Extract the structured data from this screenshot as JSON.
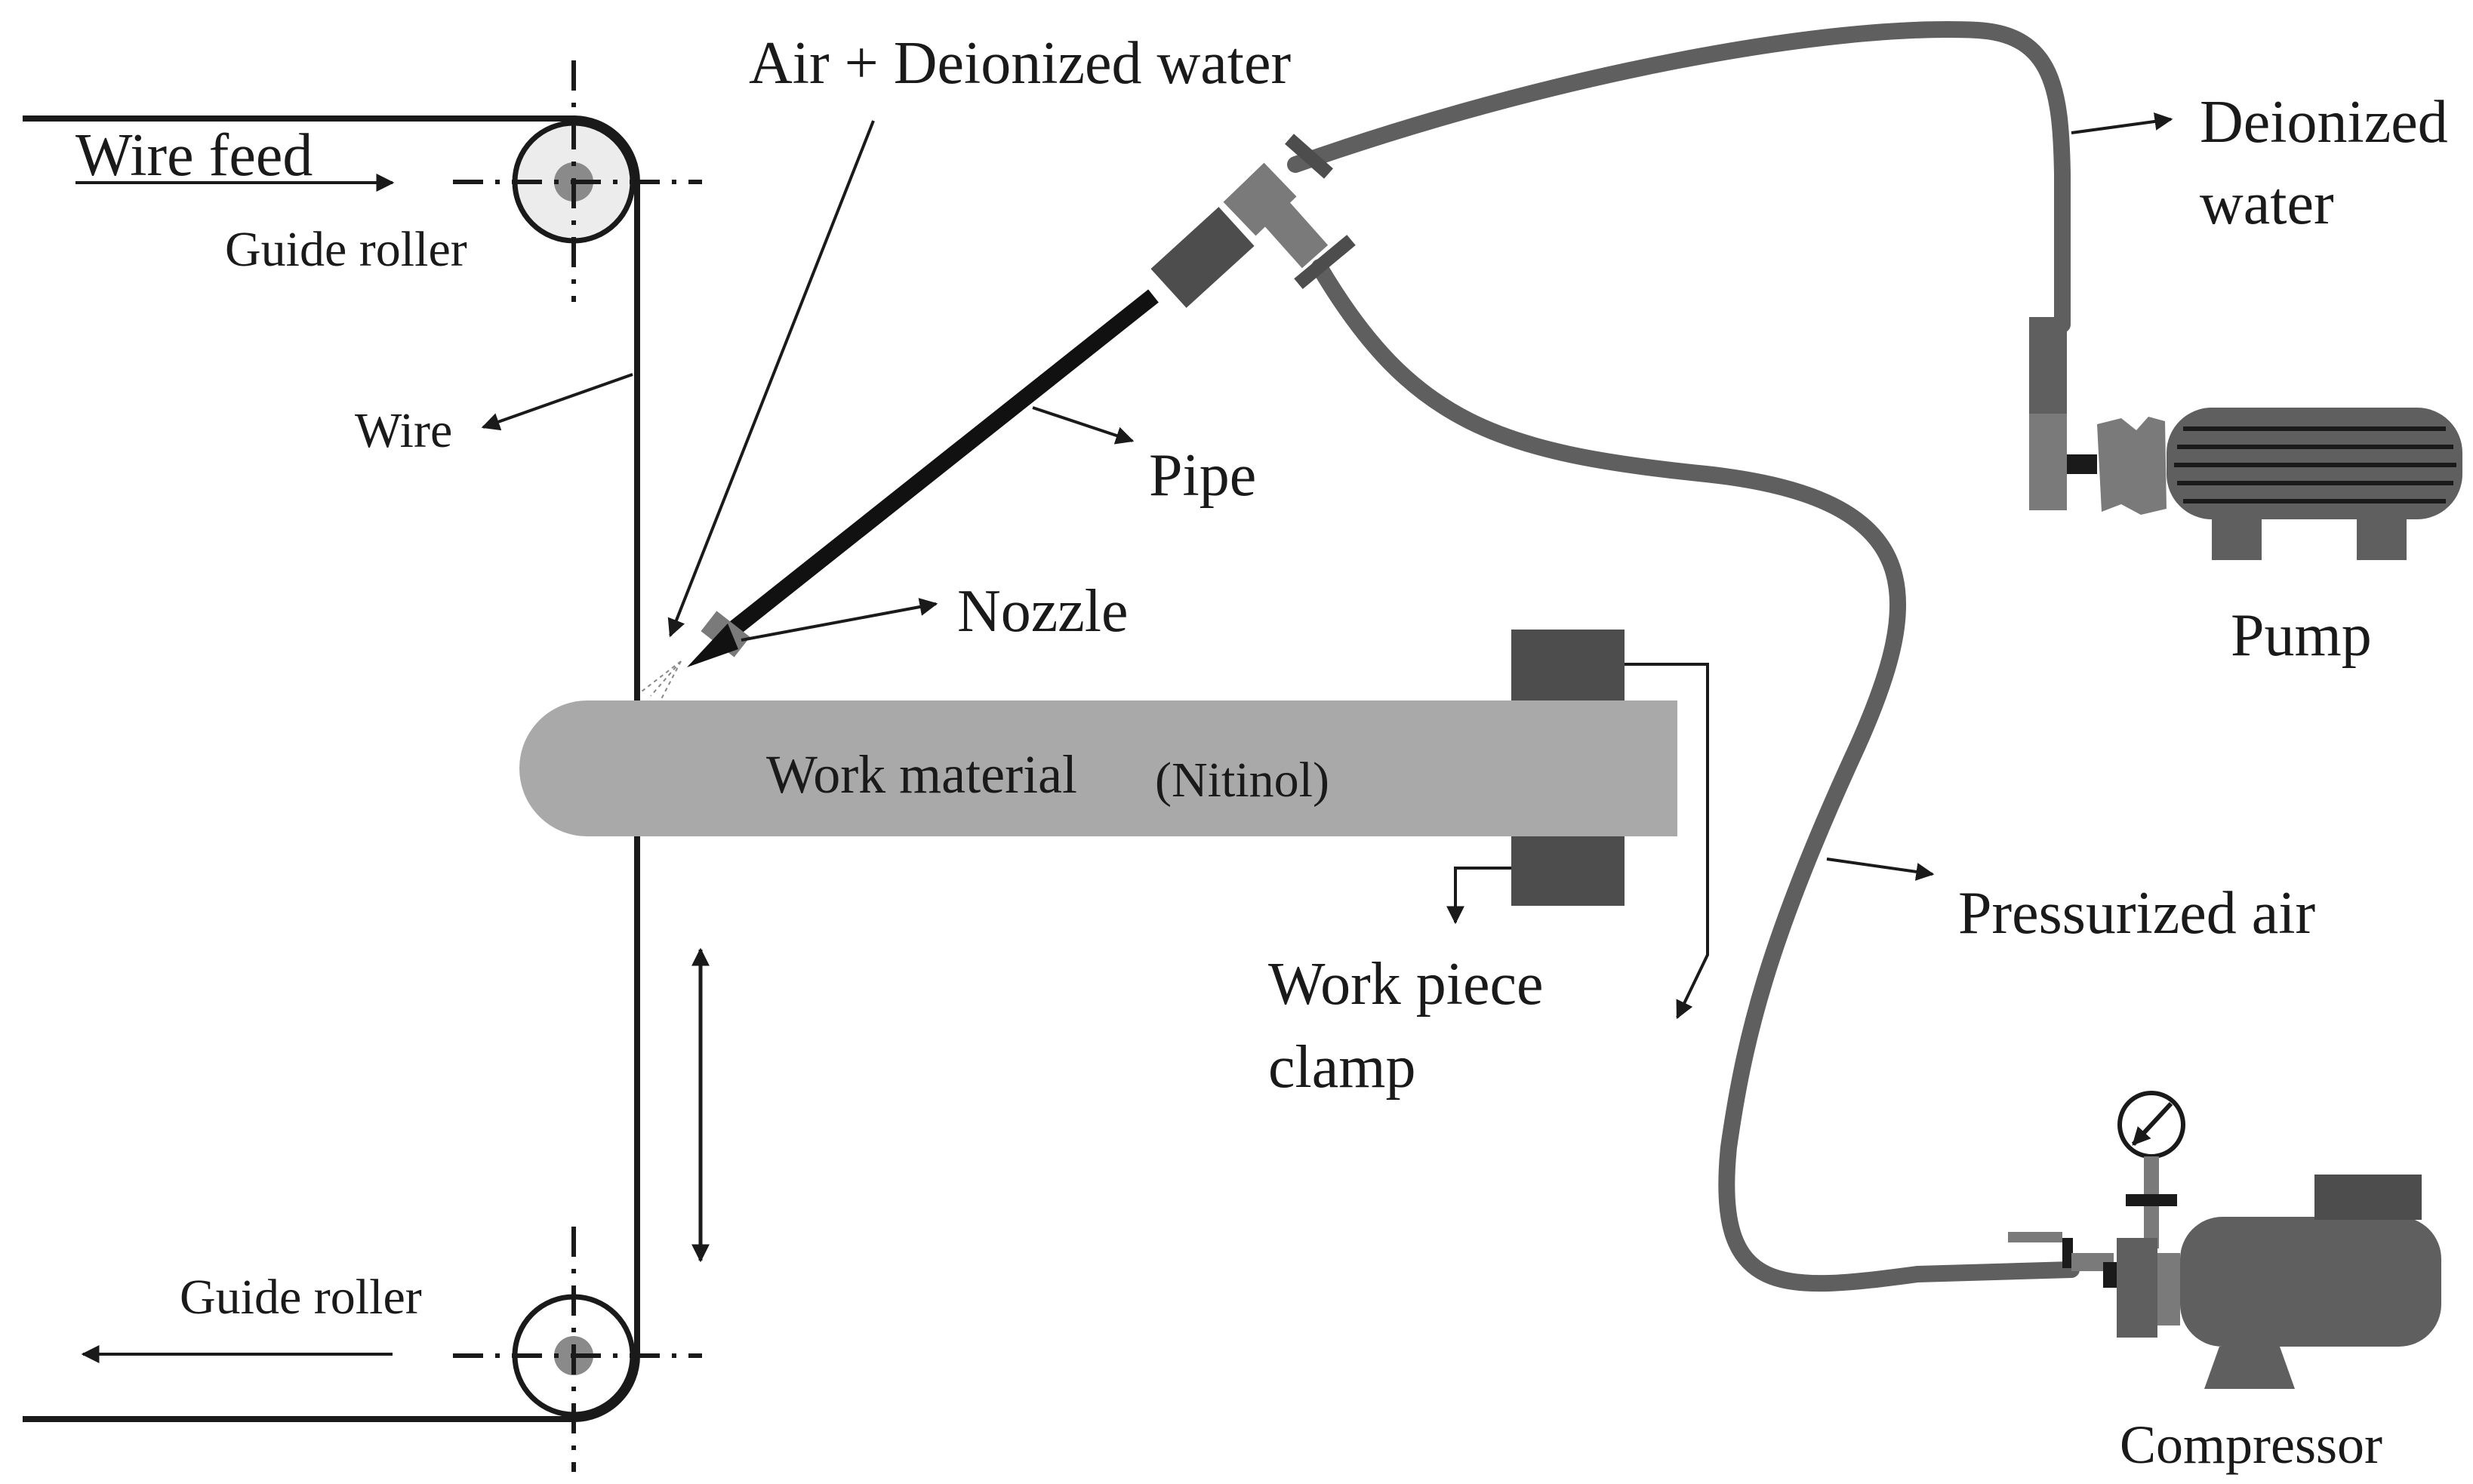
{
  "labels": {
    "wire_feed": "Wire feed",
    "guide_roller_top": "Guide roller",
    "guide_roller_bottom": "Guide roller",
    "wire": "Wire",
    "air_deionized_water": "Air + Deionized water",
    "pipe": "Pipe",
    "nozzle": "Nozzle",
    "work_material": "Work material",
    "nitinol": "(Nitinol)",
    "work_piece_clamp_line1": "Work piece",
    "work_piece_clamp_line2": "clamp",
    "deionized_water_line1": "Deionized",
    "deionized_water_line2": "water",
    "pump": "Pump",
    "pressurized_air": "Pressurized air",
    "compressor": "Compressor"
  },
  "colors": {
    "hose": "#5f5f5f",
    "fitting": "#7a7a7a",
    "work_material": "#a9a9a9",
    "clamp": "#4d4d4d",
    "roller_fill": "#ececec",
    "roller_hub": "#8a8a8a",
    "pipe": "#111111",
    "line": "#1a1a1a"
  }
}
